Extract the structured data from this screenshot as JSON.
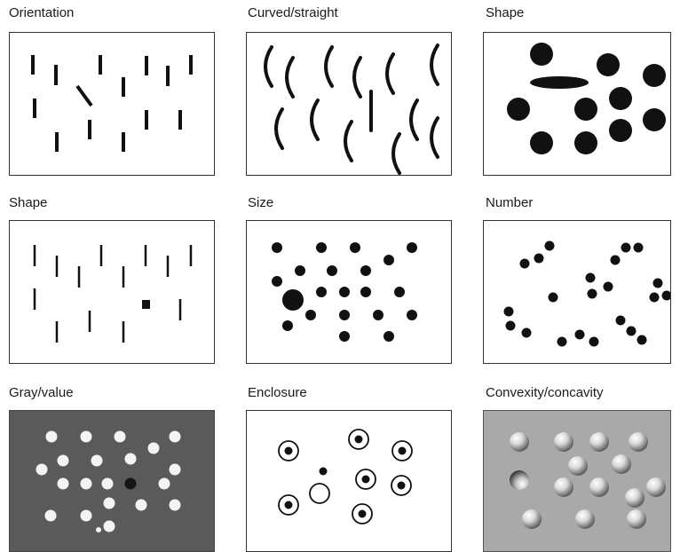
{
  "panels": [
    {
      "title": "Orientation"
    },
    {
      "title": "Curved/straight"
    },
    {
      "title": "Shape"
    },
    {
      "title": "Shape"
    },
    {
      "title": "Size"
    },
    {
      "title": "Number"
    },
    {
      "title": "Gray/value"
    },
    {
      "title": "Enclosure"
    },
    {
      "title": "Convexity/concavity"
    }
  ],
  "colors": {
    "ink": "#111111",
    "gray_background": "#5a5a5a",
    "dot_white": "#f4f4f4",
    "dot_dark": "#151515",
    "texture_background": "#a9a9a9"
  }
}
